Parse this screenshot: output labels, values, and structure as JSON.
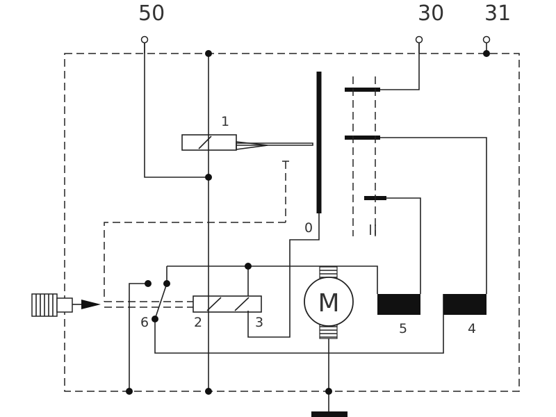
{
  "terminals": {
    "t50": "50",
    "t30": "30",
    "t31": "31"
  },
  "nodes": {
    "n1": "1",
    "n2": "2",
    "n3": "3",
    "n4": "4",
    "n5": "5",
    "n6": "6",
    "n0": "0",
    "motor": "M"
  },
  "colors": {
    "line": "#222222",
    "label": "#333333",
    "background": "#ffffff"
  }
}
